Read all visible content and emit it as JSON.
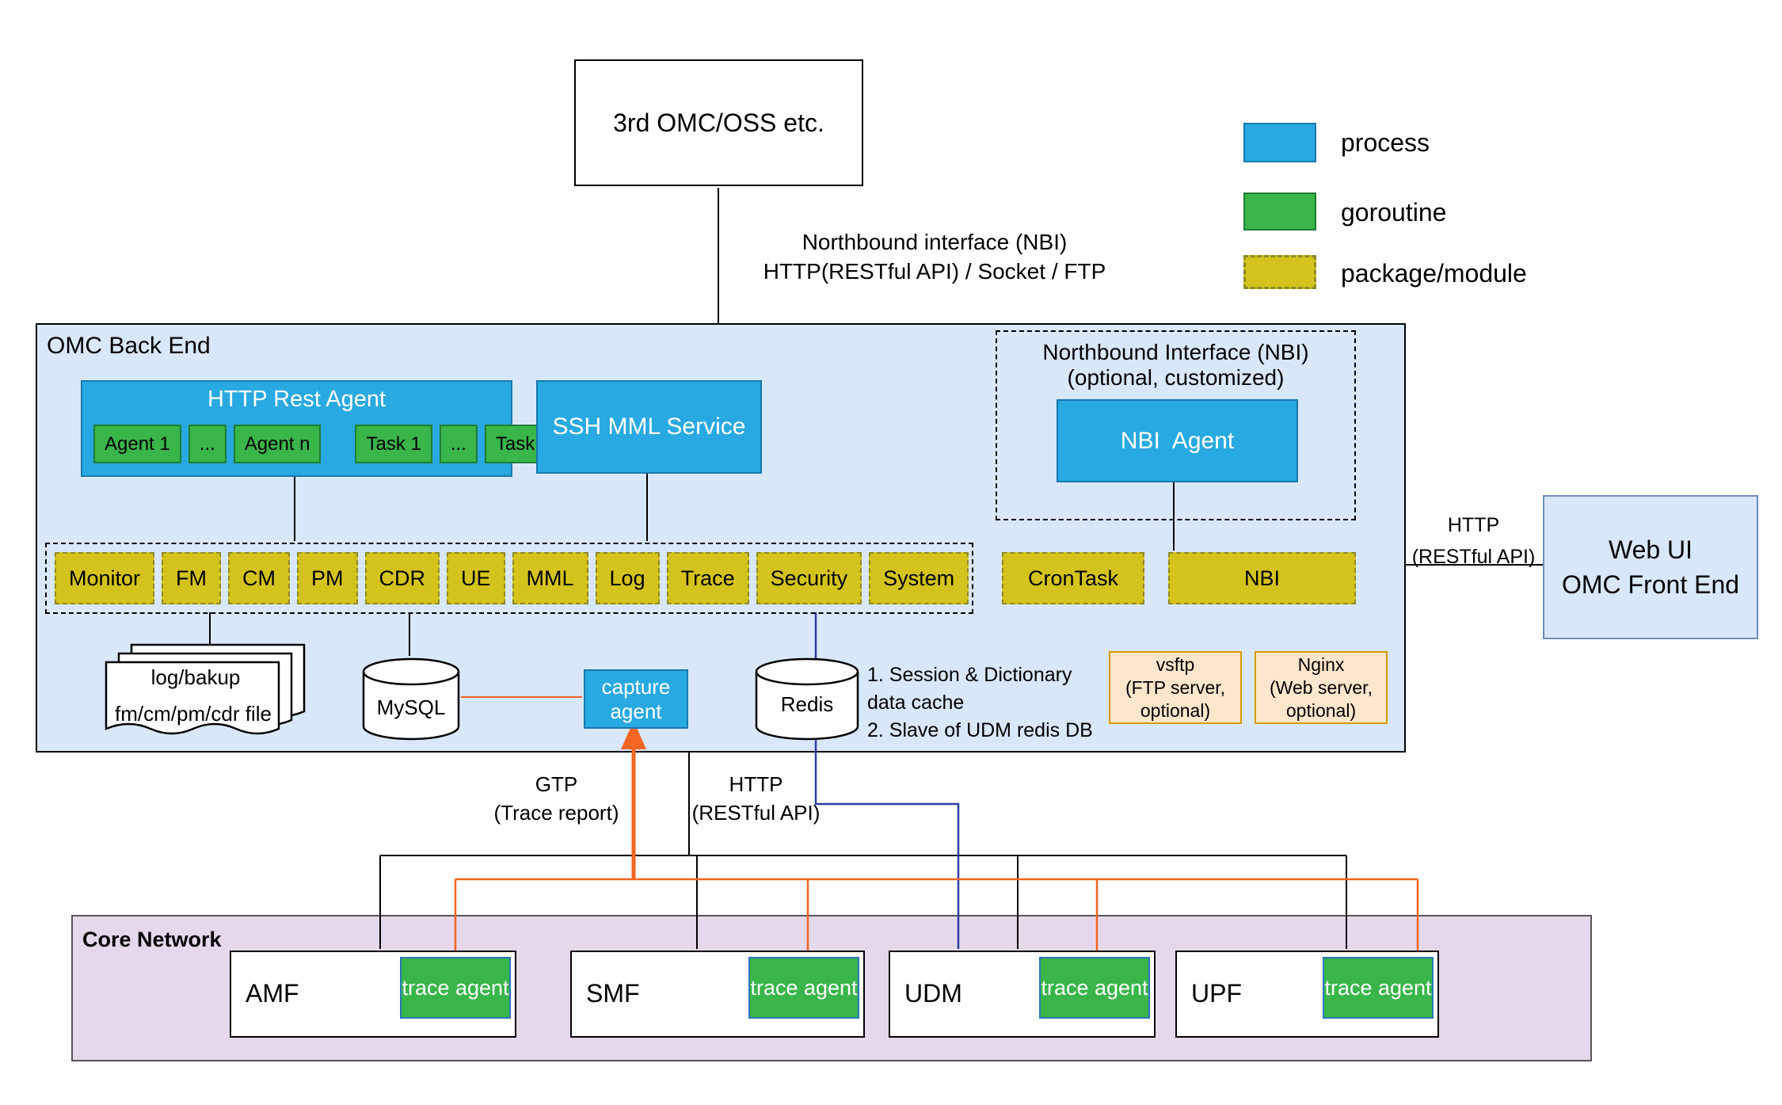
{
  "external_box": {
    "label": "3rd OMC/OSS etc."
  },
  "nbi_link_label": {
    "line1": "Northbound interface (NBI)",
    "line2": "HTTP(RESTful API) / Socket / FTP"
  },
  "legend": {
    "items": [
      {
        "label": "process",
        "type": "process"
      },
      {
        "label": "goroutine",
        "type": "goroutine"
      },
      {
        "label": "package/module",
        "type": "package"
      }
    ]
  },
  "backend": {
    "title": "OMC Back End",
    "http_rest_agent": {
      "title": "HTTP Rest Agent",
      "children": [
        "Agent 1",
        "...",
        "Agent n",
        "Task 1",
        "...",
        "Task n"
      ]
    },
    "ssh_mml_service": "SSH MML Service",
    "nbi_container": {
      "line1": "Northbound Interface (NBI)",
      "line2": "(optional, customized)",
      "agent": "NBI  Agent"
    },
    "modules": [
      "Monitor",
      "FM",
      "CM",
      "PM",
      "CDR",
      "UE",
      "MML",
      "Log",
      "Trace",
      "Security",
      "System"
    ],
    "crontask": "CronTask",
    "nbi_module": "NBI",
    "files": {
      "line1": "log/bakup",
      "line2": "fm/cm/pm/cdr file"
    },
    "mysql": "MySQL",
    "capture_agent": {
      "line1": "capture",
      "line2": "agent"
    },
    "redis": "Redis",
    "redis_note": [
      "1. Session & Dictionary",
      "data cache",
      "2. Slave of UDM redis DB"
    ],
    "vsftp": [
      "vsftp",
      "(FTP server,",
      "optional)"
    ],
    "nginx": [
      "Nginx",
      "(Web server,",
      "optional)"
    ]
  },
  "frontend": {
    "line1": "Web UI",
    "line2": "OMC Front End",
    "http": {
      "line1": "HTTP",
      "line2": "(RESTful API)"
    }
  },
  "core_network": {
    "title": "Core Network",
    "nodes": [
      {
        "name": "AMF",
        "agent": "trace agent"
      },
      {
        "name": "SMF",
        "agent": "trace agent"
      },
      {
        "name": "UDM",
        "agent": "trace agent"
      },
      {
        "name": "UPF",
        "agent": "trace agent"
      }
    ]
  },
  "edge_labels": {
    "gtp": {
      "line1": "GTP",
      "line2": "(Trace report)"
    },
    "http_bottom": {
      "line1": "HTTP",
      "line2": "(RESTful API)"
    }
  },
  "colors": {
    "process": "#29a9e1",
    "goroutine": "#39b54a",
    "package": "#d5c31d",
    "backend_bg": "#d9e7fb",
    "core_bg": "#e5d8eb",
    "optional_bg": "#ffe6cc",
    "optional_border": "#d79b00",
    "orange_line": "#f26522",
    "blue_line": "#2c3e9f"
  }
}
